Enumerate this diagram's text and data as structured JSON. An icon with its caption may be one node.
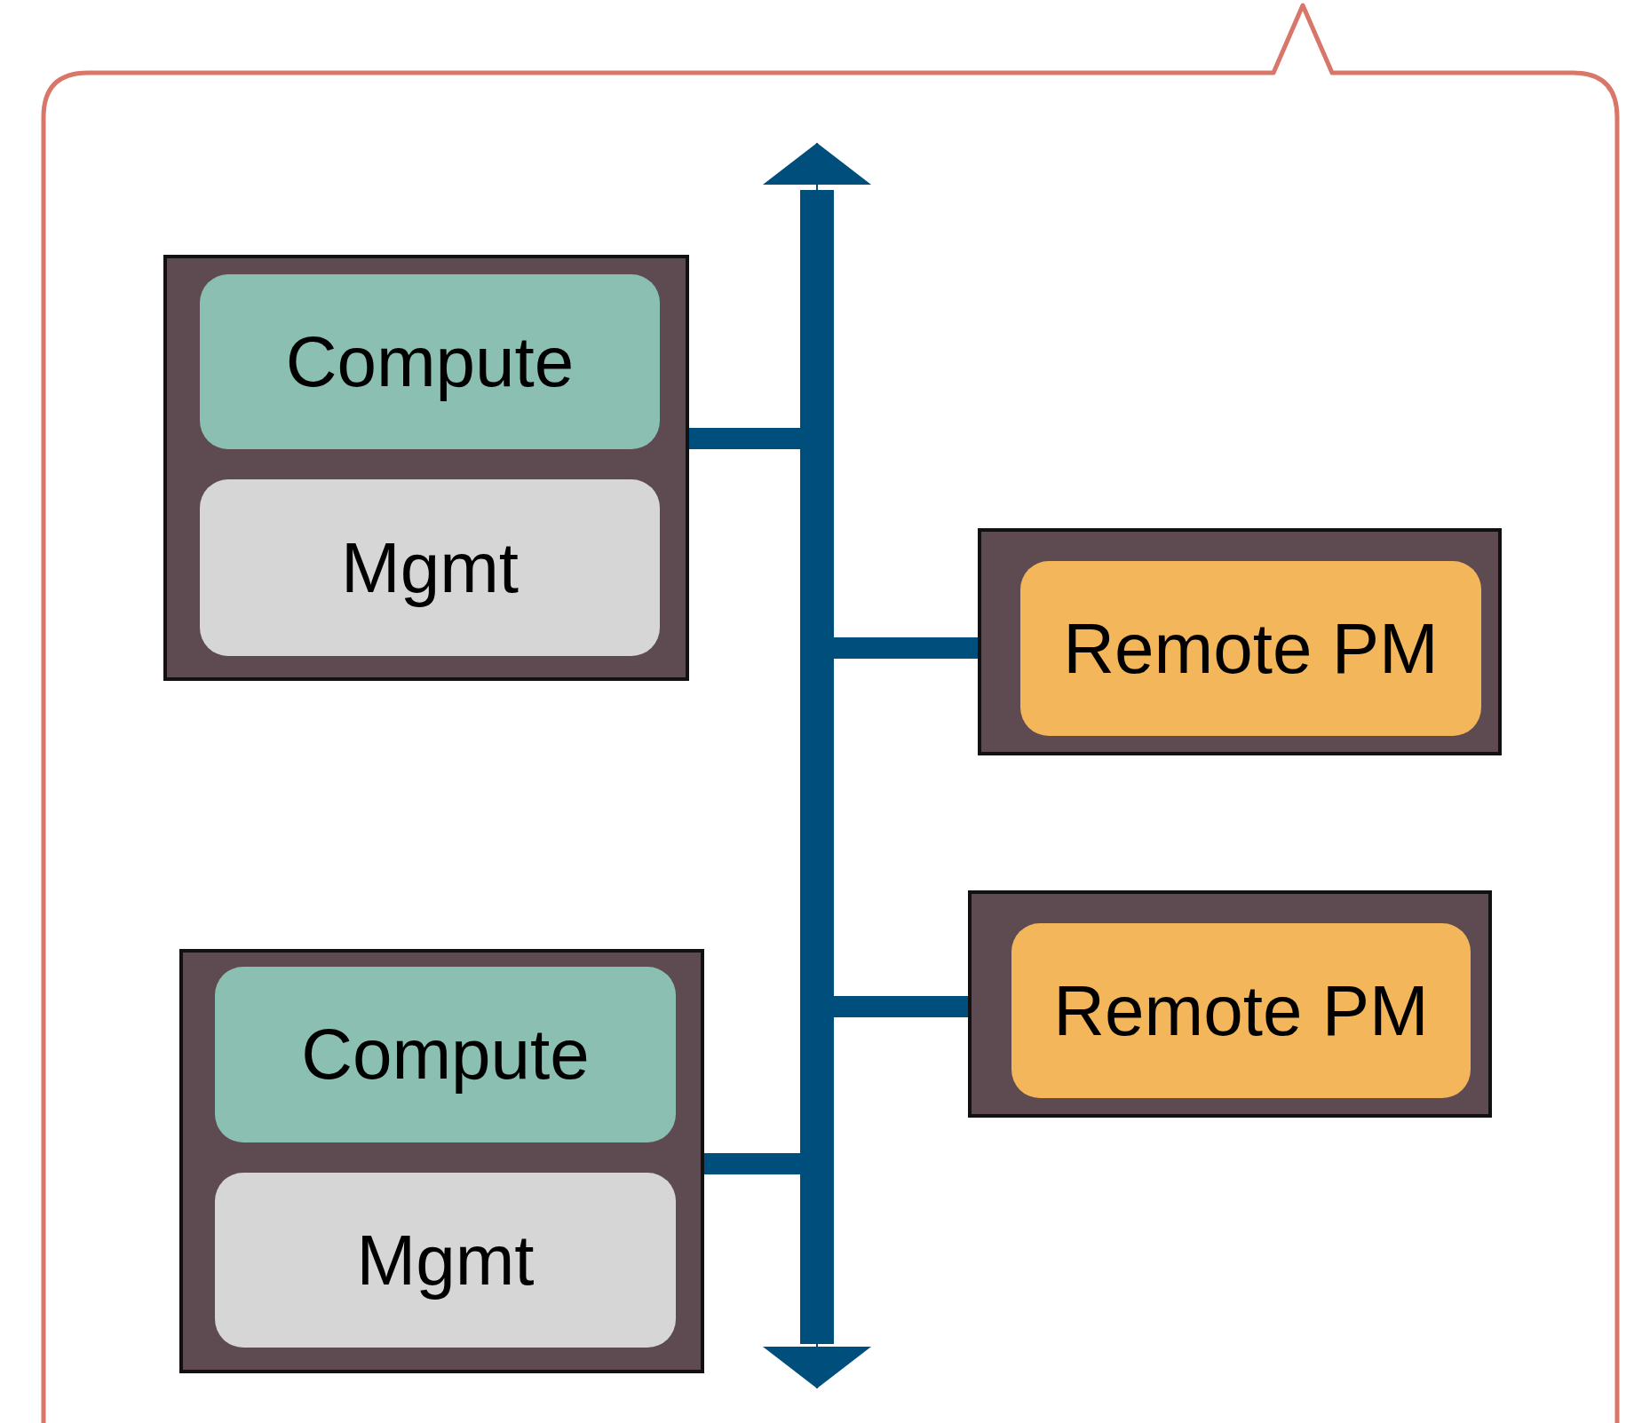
{
  "diagram": {
    "nodes": [
      {
        "text": [],
        "shape": "callout"
      },
      {
        "text": [],
        "shape": "box",
        "in": 0
      },
      {
        "text": [
          "Compute"
        ],
        "in": 1
      },
      {
        "text": [
          "Mgmt"
        ],
        "in": 1
      },
      {
        "text": [],
        "shape": "bar",
        "in": 0
      },
      {
        "text": [],
        "shape": "box",
        "in": 0
      },
      {
        "text": [
          "Remote PM"
        ],
        "in": 5
      },
      {
        "text": [],
        "shape": "box",
        "in": 0
      },
      {
        "text": [
          "Remote PM"
        ],
        "in": 7
      },
      {
        "text": [],
        "shape": "box",
        "in": 0
      },
      {
        "text": [
          "Compute"
        ],
        "in": 9
      },
      {
        "text": [
          "Mgmt"
        ],
        "in": 9
      }
    ],
    "edges": [
      {
        "from": 1,
        "to": 4,
        "arrow": "none"
      },
      {
        "from": 4,
        "to": 5,
        "arrow": "none"
      },
      {
        "from": 4,
        "to": 7,
        "arrow": "none"
      },
      {
        "from": 9,
        "to": 4,
        "arrow": "none"
      },
      {
        "from": 4,
        "to": null,
        "arrow": "to"
      },
      {
        "from": 4,
        "to": null,
        "arrow": "to"
      }
    ]
  }
}
